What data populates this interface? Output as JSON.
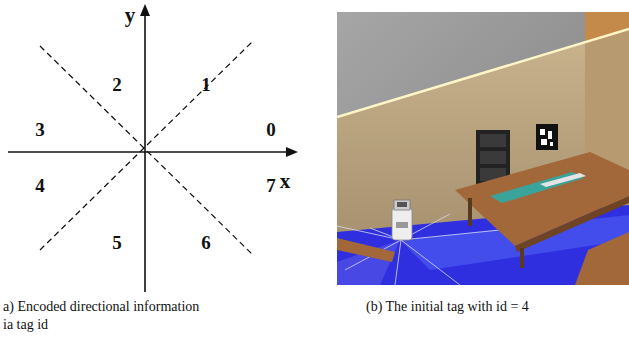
{
  "diagram": {
    "labels": [
      "y",
      "x",
      "0",
      "1",
      "2",
      "3",
      "4",
      "5",
      "6",
      "7",
      "a) Encoded directional information ia tag id",
      "(b) The initial tag with id = 4"
    ]
  }
}
